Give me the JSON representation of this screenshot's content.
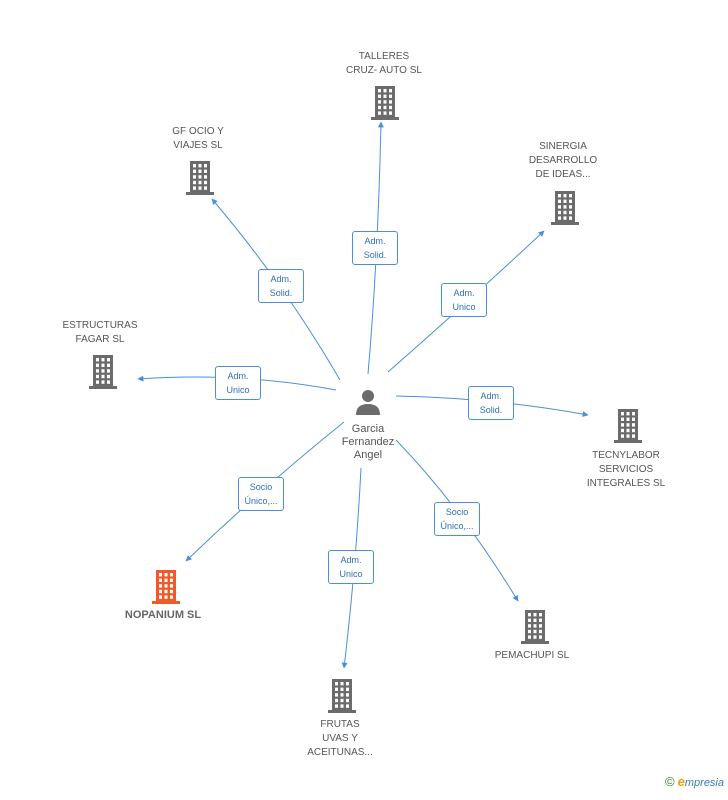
{
  "center": {
    "name": "Garcia\nFernandez\nAngel"
  },
  "companies": [
    {
      "id": "talleres",
      "name": "TALLERES\nCRUZ- AUTO  SL",
      "highlight": false
    },
    {
      "id": "gfocio",
      "name": "GF OCIO Y\nVIAJES SL",
      "highlight": false
    },
    {
      "id": "sinergia",
      "name": "SINERGIA\nDESARROLLO\nDE IDEAS...",
      "highlight": false
    },
    {
      "id": "estructuras",
      "name": "ESTRUCTURAS\nFAGAR SL",
      "highlight": false
    },
    {
      "id": "tecnylabor",
      "name": "TECNYLABOR\nSERVICIOS\nINTEGRALES SL",
      "highlight": false
    },
    {
      "id": "nopanium",
      "name": "NOPANIUM SL",
      "highlight": true
    },
    {
      "id": "pemachupi",
      "name": "PEMACHUPI  SL",
      "highlight": false
    },
    {
      "id": "frutas",
      "name": "FRUTAS\nUVAS Y\nACEITUNAS...",
      "highlight": false
    }
  ],
  "edges": [
    {
      "to": "talleres",
      "label": "Adm.\nSolid."
    },
    {
      "to": "gfocio",
      "label": "Adm.\nSolid."
    },
    {
      "to": "sinergia",
      "label": "Adm.\nUnico"
    },
    {
      "to": "estructuras",
      "label": "Adm.\nUnico"
    },
    {
      "to": "tecnylabor",
      "label": "Adm.\nSolid."
    },
    {
      "to": "nopanium",
      "label": "Socio\nÚnico,..."
    },
    {
      "to": "pemachupi",
      "label": "Socio\nÚnico,..."
    },
    {
      "to": "frutas",
      "label": "Adm.\nUnico"
    }
  ],
  "colors": {
    "edge": "#4a90d9",
    "building": "#6b6b6b",
    "highlight": "#f05a28"
  },
  "brand": {
    "copyright": "©",
    "e": "e",
    "rest": "mpresia"
  }
}
